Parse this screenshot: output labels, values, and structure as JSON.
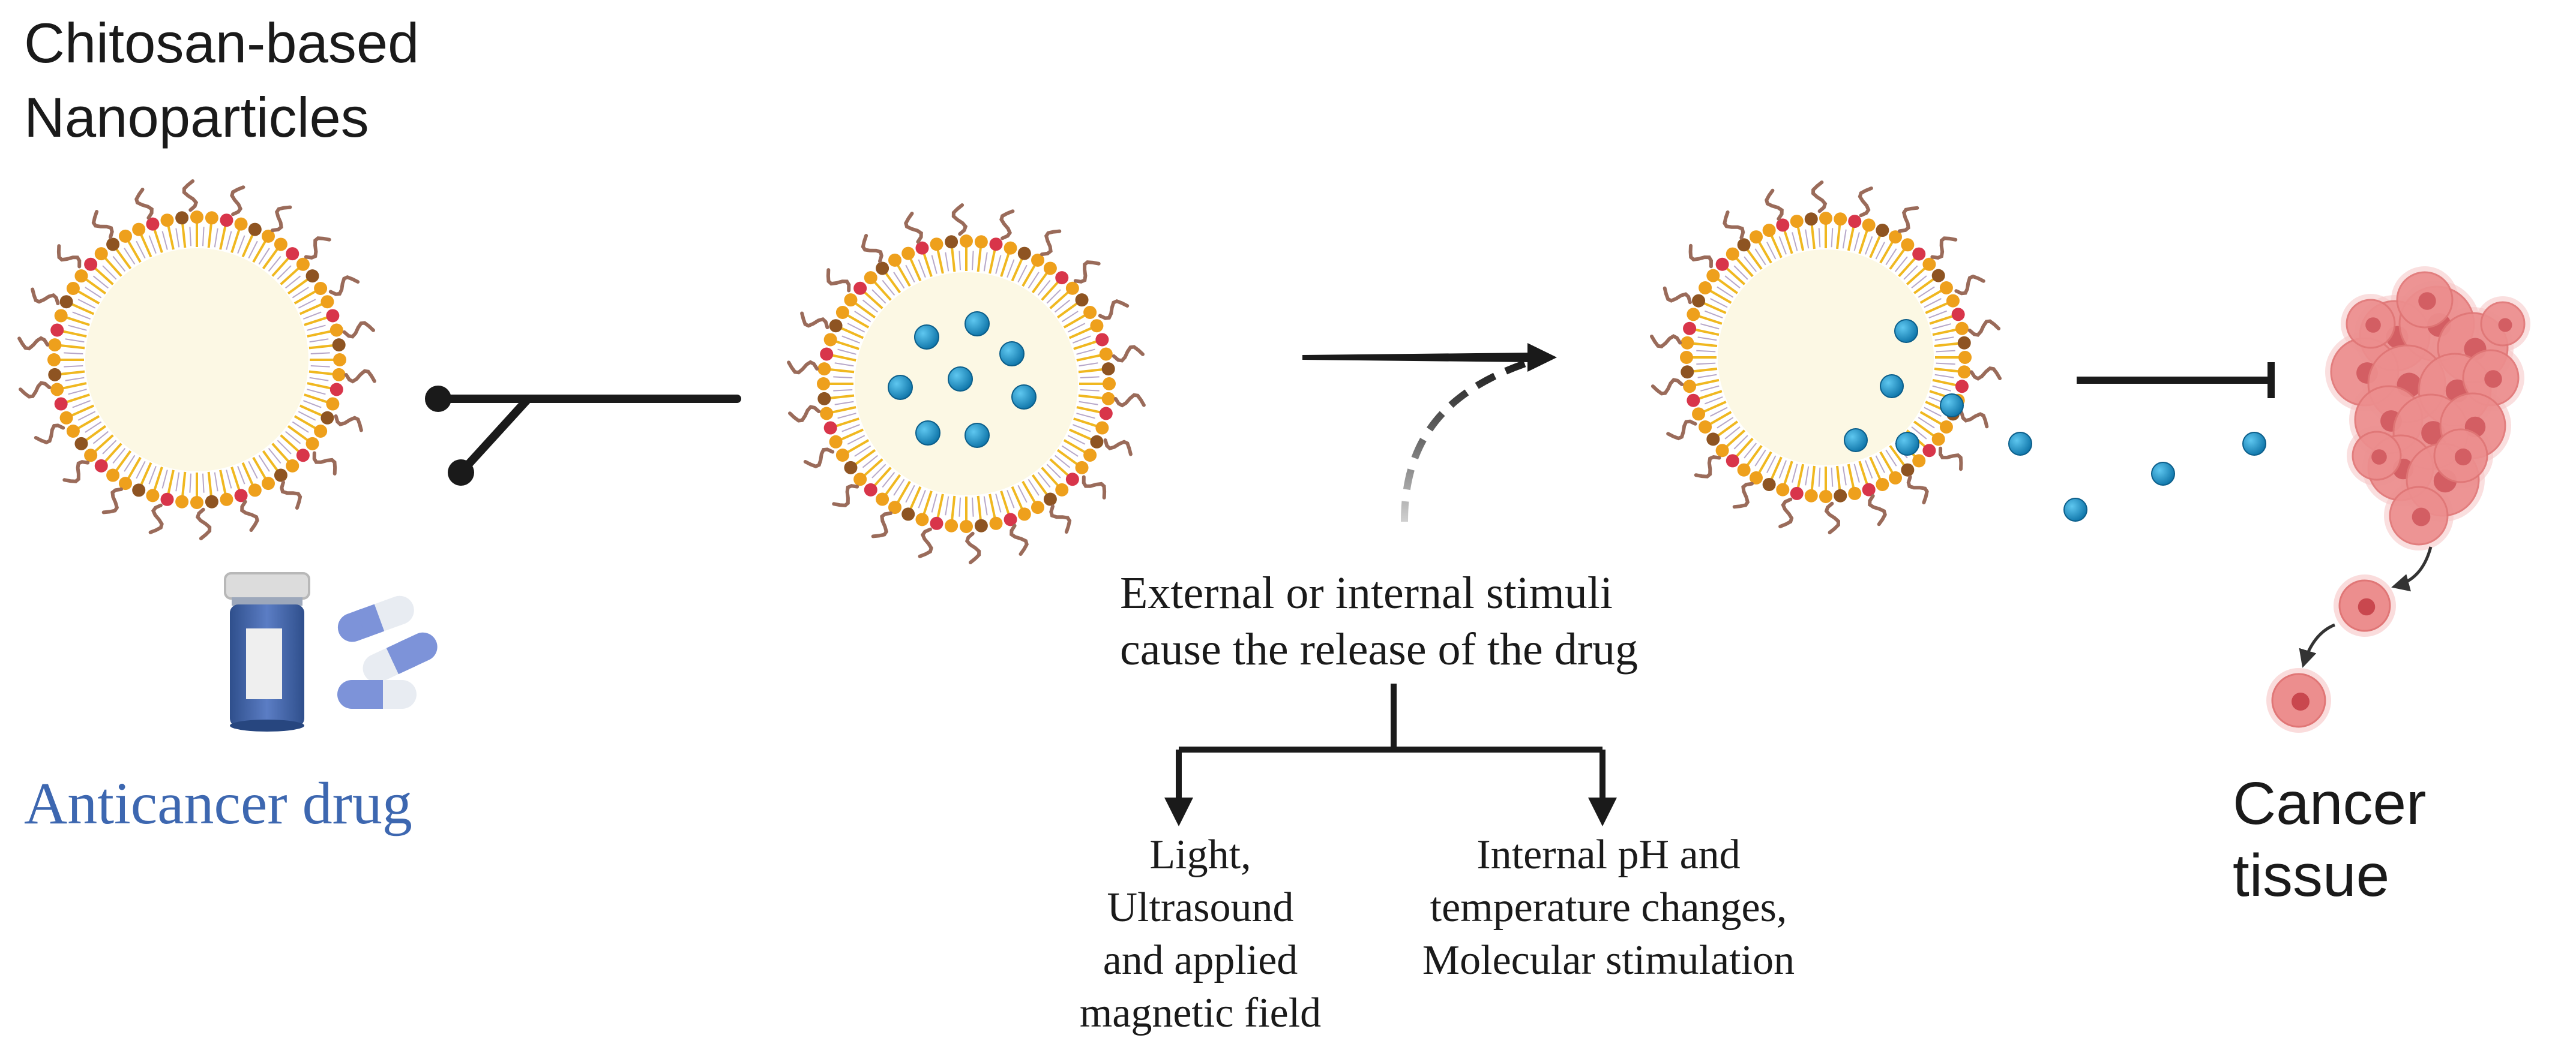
{
  "labels": {
    "title": "Chitosan-based\nNanoparticles",
    "drug": "Anticancer drug",
    "cancer": "Cancer tissue",
    "stimuli": "External or internal stimuli\ncause the release of the drug",
    "option_external": "Light,\nUltrasound\nand applied\nmagnetic field",
    "option_internal": "Internal pH and\ntemperature changes,\nMolecular stimulation"
  },
  "colors": {
    "text": "#1a1a1a",
    "drug_label": "#3d67b0",
    "core": "#fcf8e4",
    "lipid_tail": "#f0b820",
    "head_orange": "#eea01c",
    "head_red": "#d8354a",
    "head_brown": "#8e5422",
    "chain": "#9a6b5a",
    "drug_dot": "#1b8fc8",
    "cancer_cell": "#ec8e8e"
  },
  "icons": {
    "empty_nanoparticle": "liposome-empty-icon",
    "loaded_nanoparticle": "liposome-loaded-icon",
    "releasing_nanoparticle": "liposome-releasing-icon",
    "drug_bottle": "pill-bottle-icon",
    "drug_capsules": "capsules-icon",
    "cancer_tissue": "cancer-cells-icon"
  }
}
